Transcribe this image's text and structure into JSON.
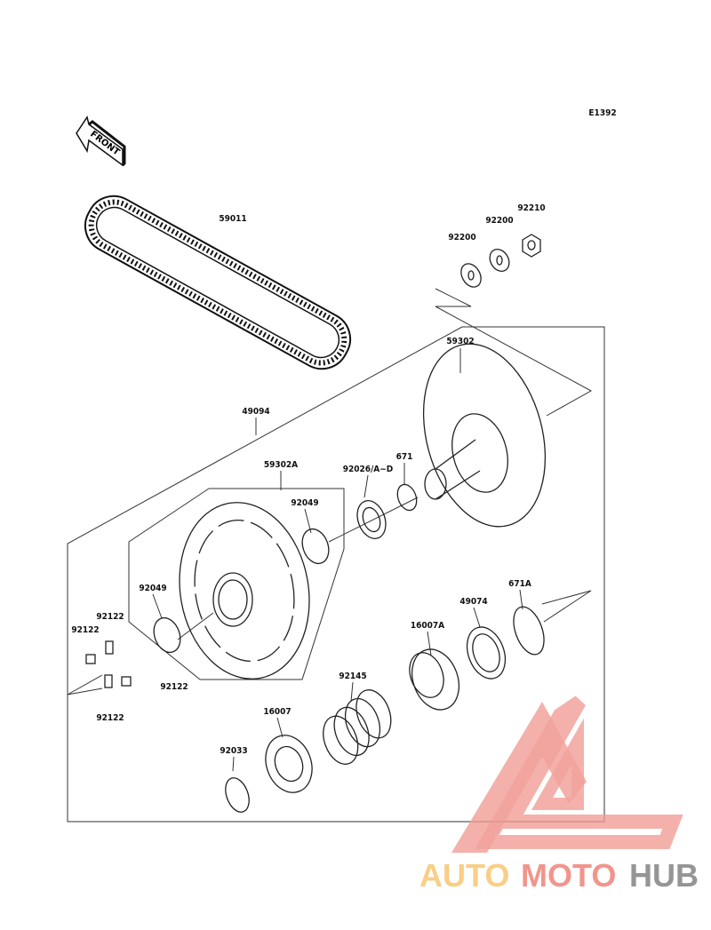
{
  "diagram": {
    "code": "E1392",
    "front_arrow": "FRONT",
    "part_labels": [
      "59011",
      "92210",
      "92200",
      "92200",
      "59302",
      "49094",
      "59302A",
      "92026/A~D",
      "671",
      "92049",
      "671A",
      "49074",
      "92049",
      "92122",
      "92122",
      "16007A",
      "92122",
      "92145",
      "92122",
      "16007",
      "92033"
    ]
  },
  "watermark": {
    "part1": "AUTO",
    "part2": "MOTO",
    "part3": "HUB",
    "colors": {
      "auto": "#f9c97a",
      "moto": "#f08a80",
      "hub": "#8a8a8a",
      "logo": "#f19a92"
    }
  }
}
